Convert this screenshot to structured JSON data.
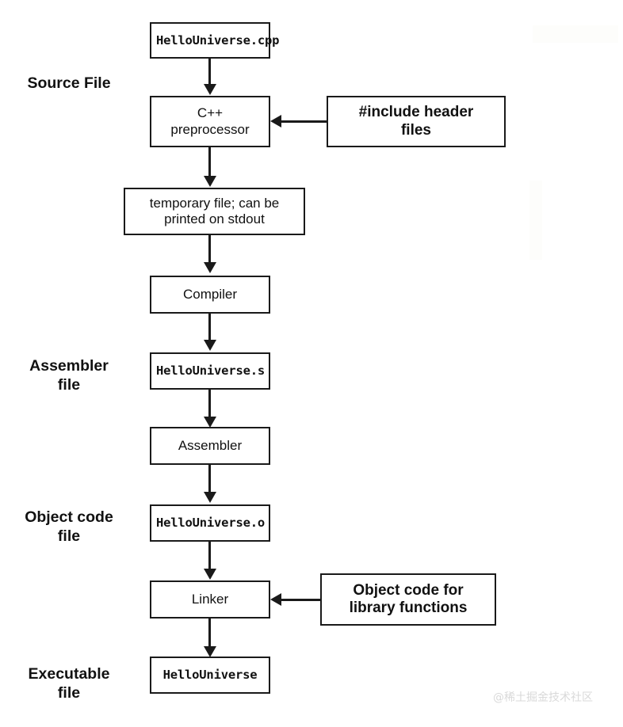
{
  "diagram": {
    "title": "C++ compilation pipeline flowchart",
    "background": "#ffffff",
    "line_color": "#1a1a1a",
    "text_color": "#111111"
  },
  "stage_labels": [
    {
      "id": "source-file",
      "text": "Source File"
    },
    {
      "id": "assembler-file",
      "text": "Assembler\nfile"
    },
    {
      "id": "object-code-file",
      "text": "Object code\nfile"
    },
    {
      "id": "executable-file",
      "text": "Executable\nfile"
    }
  ],
  "nodes": {
    "source": "HelloUniverse.cpp",
    "preprocessor": "C++\npreprocessor",
    "include_headers": "#include header\nfiles",
    "temp_file": "temporary file; can be\nprinted on stdout",
    "compiler": "Compiler",
    "assembly_file": "HelloUniverse.s",
    "assembler": "Assembler",
    "object_file": "HelloUniverse.o",
    "linker": "Linker",
    "library_object_code": "Object code for\nlibrary functions",
    "executable": "HelloUniverse"
  },
  "watermark": {
    "text": "@稀土掘金技术社区"
  }
}
